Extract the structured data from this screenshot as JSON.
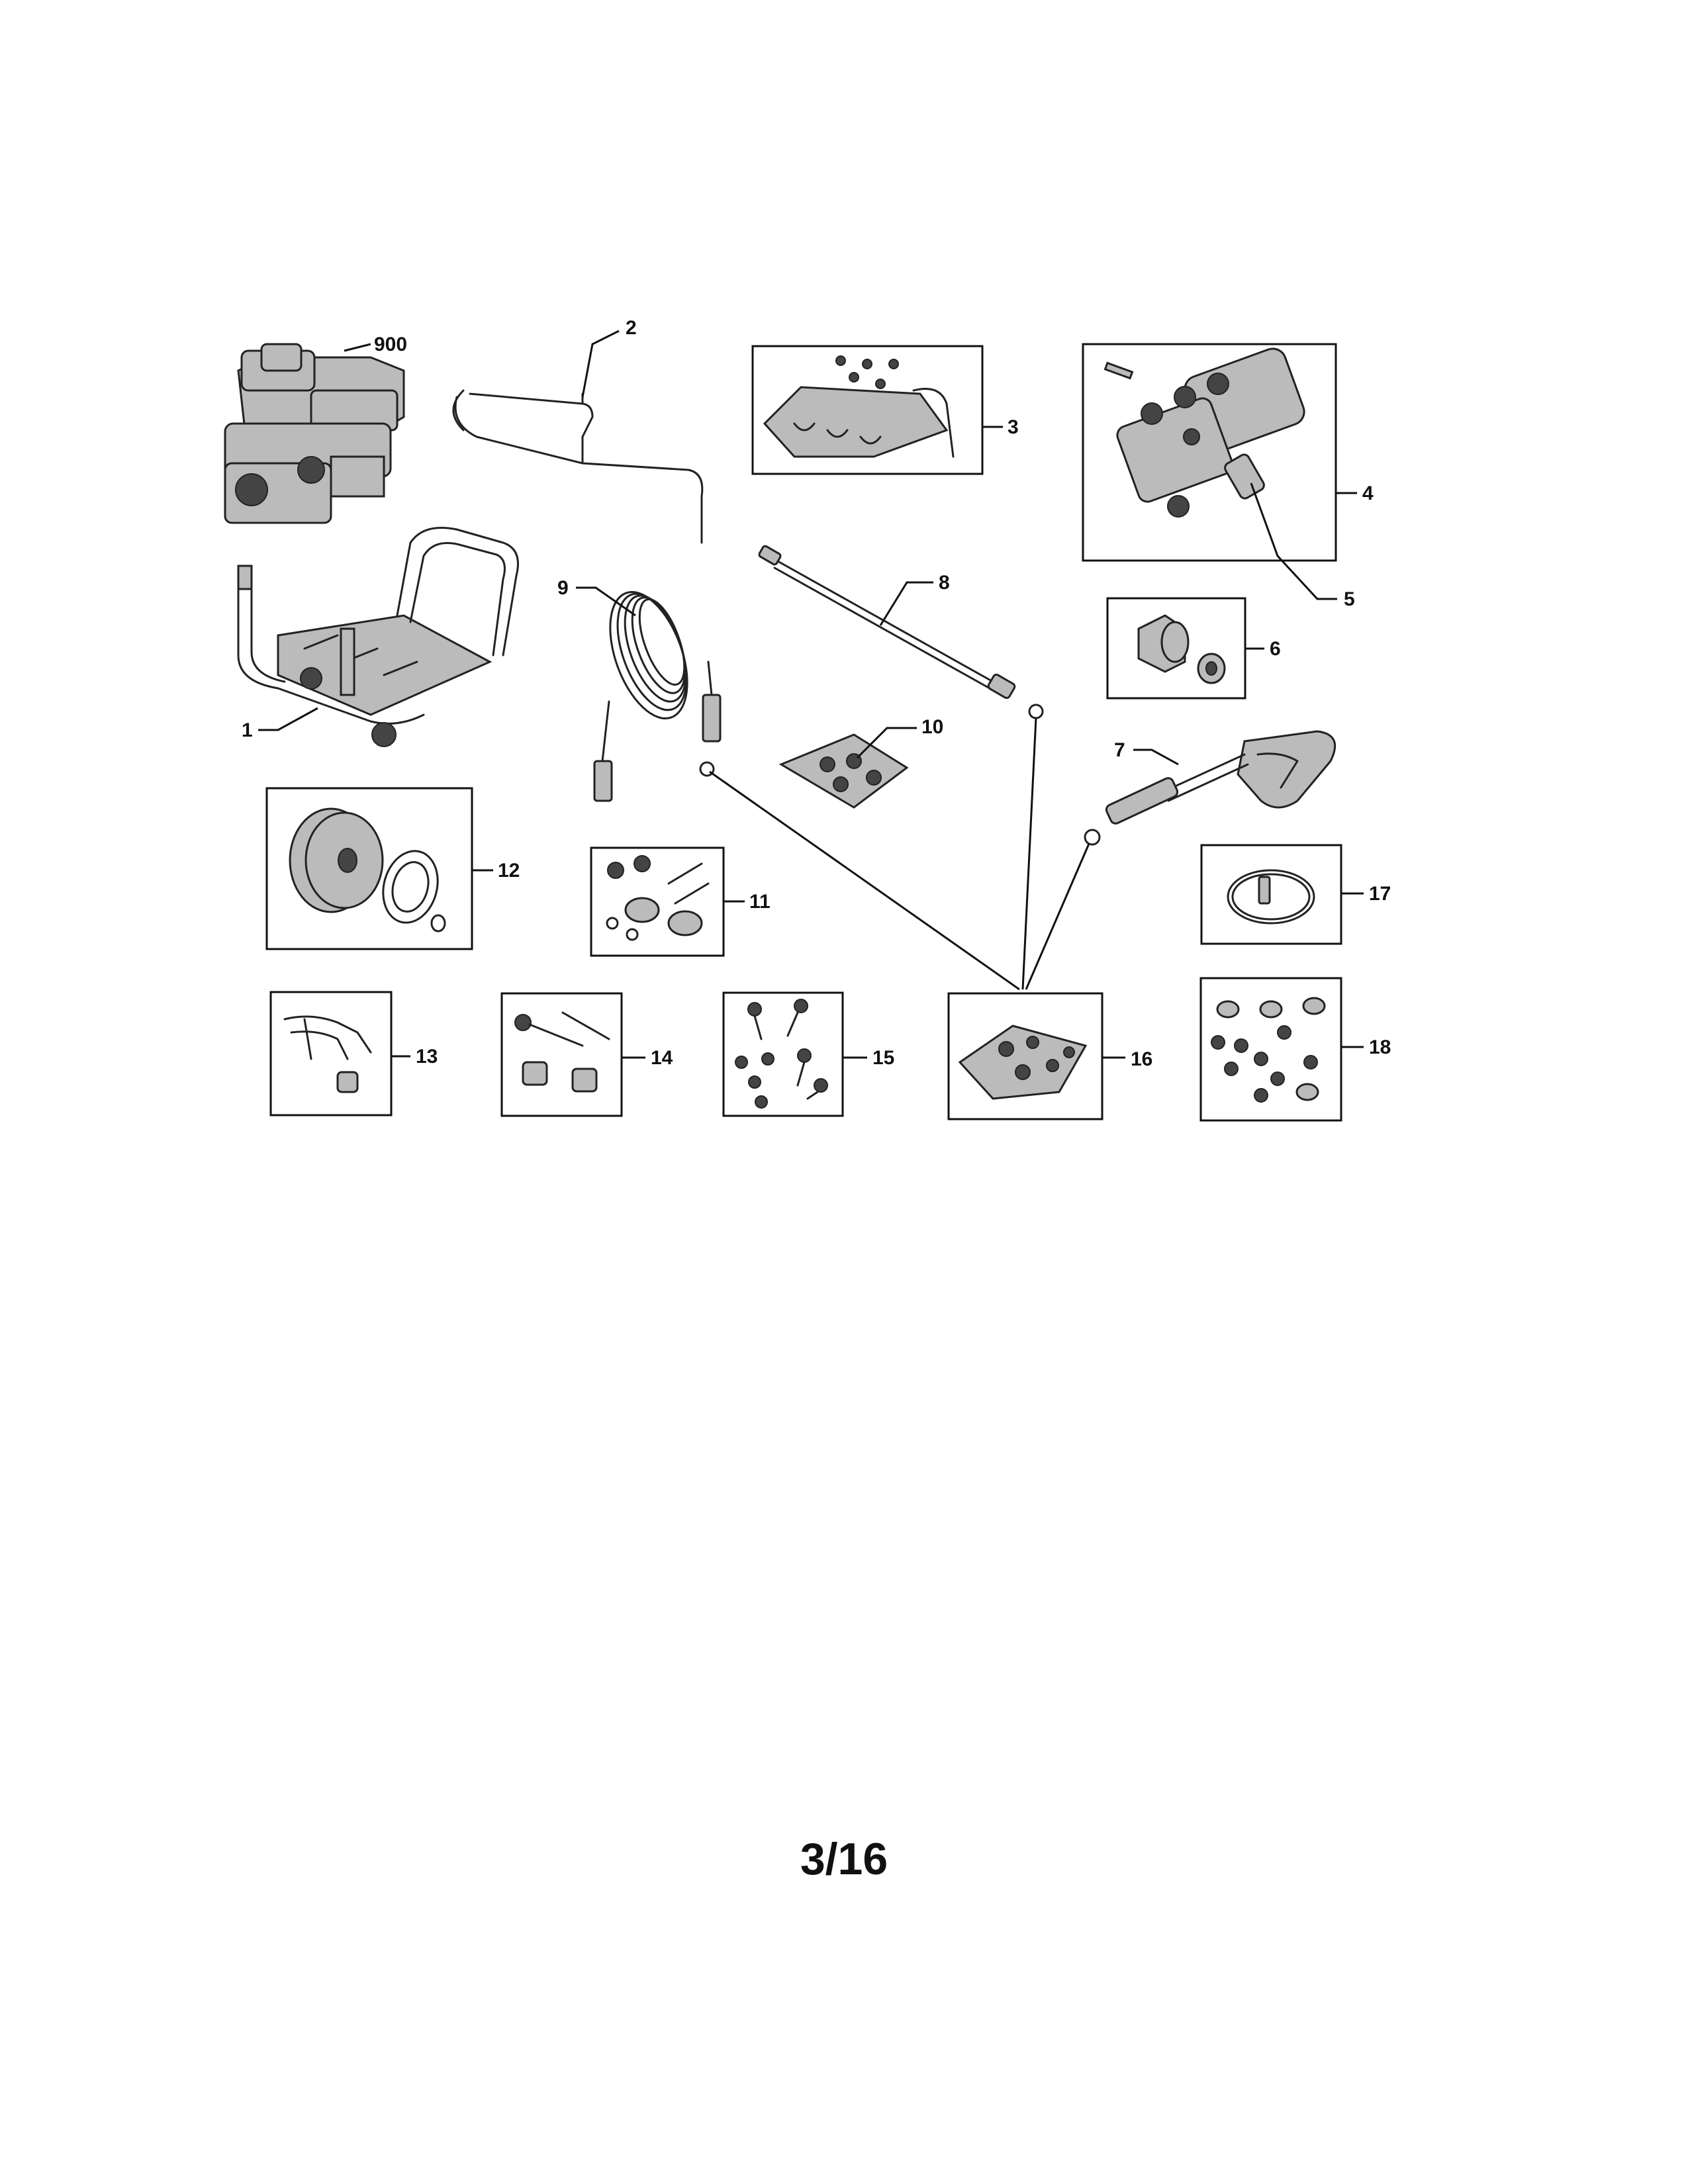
{
  "labels": {
    "engine": "900",
    "frame": "1",
    "handle": "2",
    "panel_kit": "3",
    "pump": "4",
    "inlet_fitting": "5",
    "fitting_kit": "6",
    "spray_gun": "7",
    "wand": "8",
    "hose": "9",
    "nozzle_kit": "10",
    "mount_kit": "11",
    "wheel_kit": "12",
    "clip_kit": "13",
    "bolt_kit": "14",
    "screw_kit": "15",
    "oring_kit": "16",
    "belt_kit": "17",
    "foot_kit": "18"
  },
  "page_number": "3/16"
}
